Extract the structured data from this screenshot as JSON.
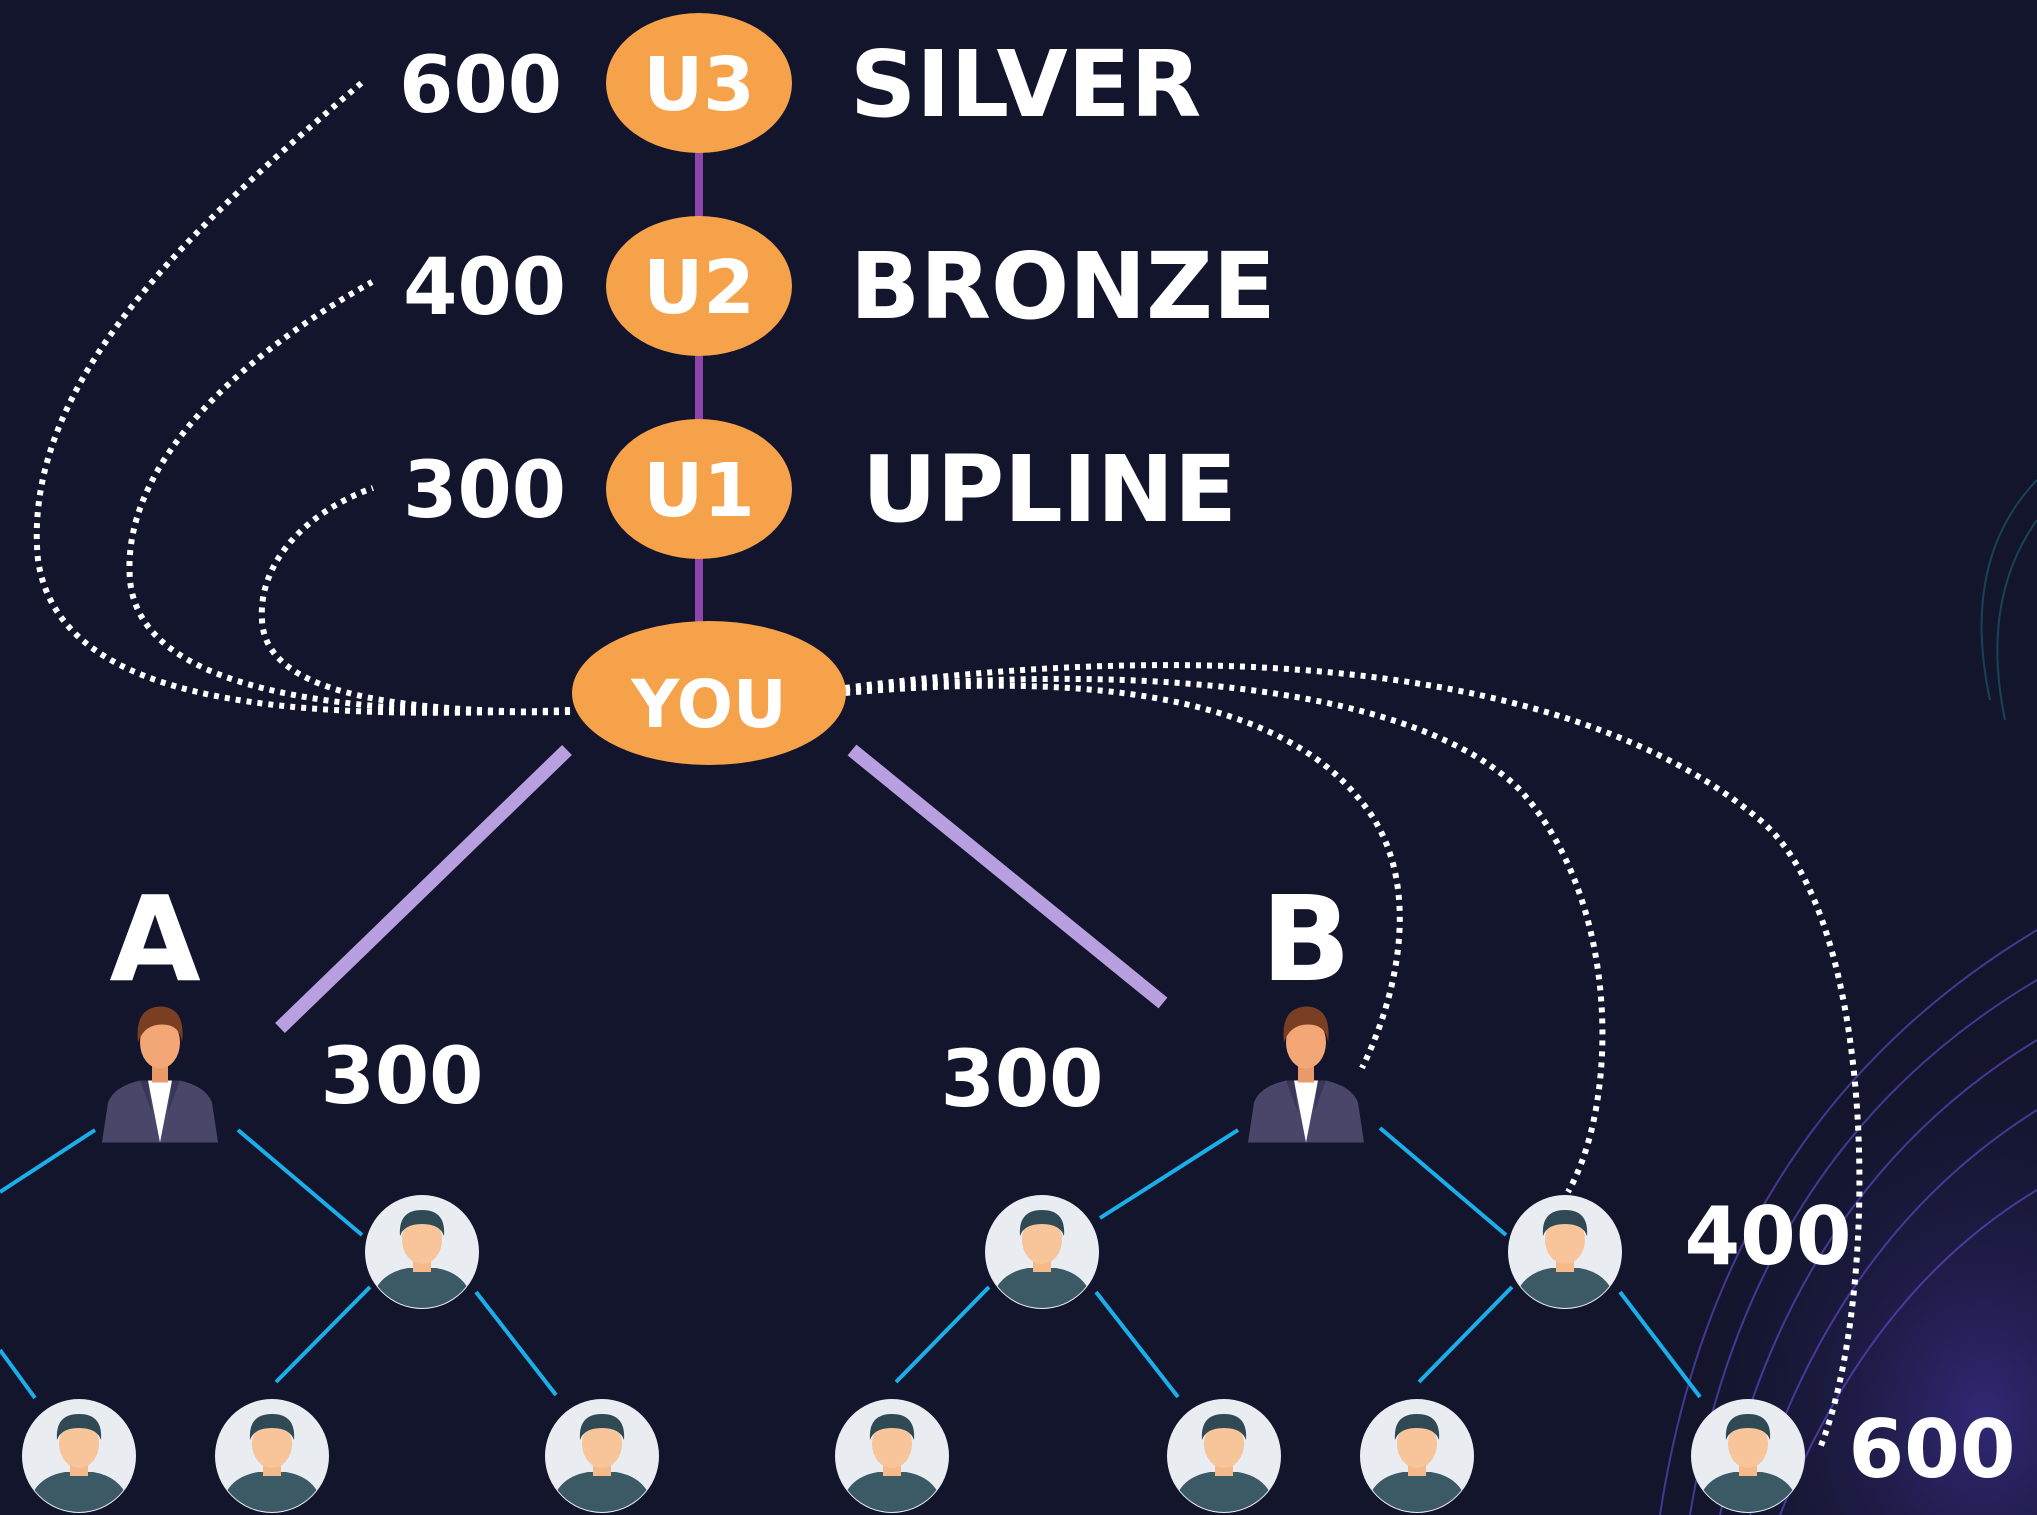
{
  "colors": {
    "background": "#13152c",
    "node_fill": "#f5a24a",
    "chain_line": "#8e44ad",
    "branch_line": "#b8a0e0",
    "tree_line": "#1aaeea",
    "text": "#ffffff",
    "dotted": "#ffffff"
  },
  "upline": {
    "levels": [
      {
        "id": "u3",
        "node": "U3",
        "amount": "600",
        "rank": "SILVER"
      },
      {
        "id": "u2",
        "node": "U2",
        "amount": "400",
        "rank": "BRONZE"
      },
      {
        "id": "u1",
        "node": "U1",
        "amount": "300",
        "rank": "UPLINE"
      }
    ]
  },
  "you": {
    "label": "YOU"
  },
  "legs": {
    "a": {
      "label": "A",
      "amount": "300",
      "icon": "person-avatar-icon"
    },
    "b": {
      "label": "B",
      "amount": "300",
      "icon": "person-avatar-icon"
    }
  },
  "downline": {
    "level2_amount": "400",
    "level3_amount": "600",
    "member_icon": "member-avatar-icon"
  }
}
